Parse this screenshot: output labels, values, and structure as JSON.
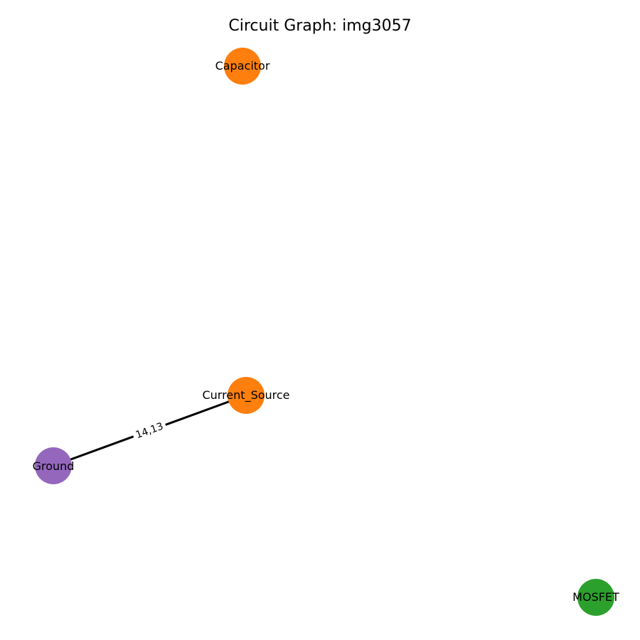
{
  "title": "Circuit Graph: img3057",
  "nodes": [
    {
      "id": "capacitor",
      "label": "Capacitor",
      "color": "#ff7f0e"
    },
    {
      "id": "current_source",
      "label": "Current_Source",
      "color": "#ff7f0e"
    },
    {
      "id": "ground",
      "label": "Ground",
      "color": "#9467bd"
    },
    {
      "id": "mosfet",
      "label": "MOSFET",
      "color": "#2ca02c"
    }
  ],
  "edges": [
    {
      "from": "ground",
      "to": "current_source",
      "label": "14,13"
    }
  ]
}
